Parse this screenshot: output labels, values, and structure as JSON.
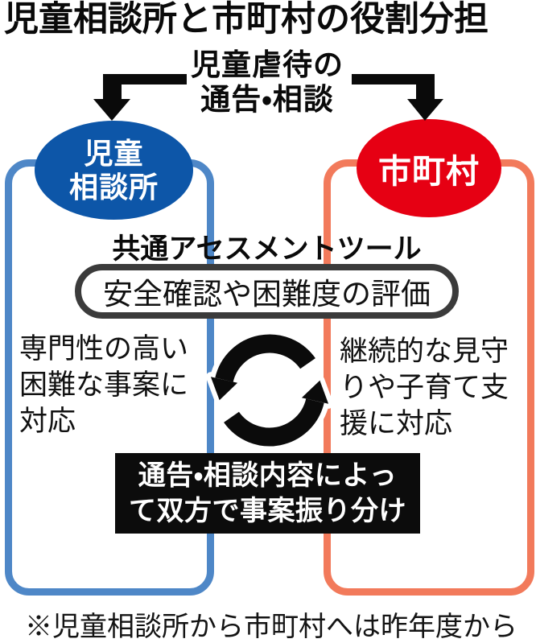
{
  "title": "児童相談所と市町村の役割分担",
  "flow_top": {
    "lines": [
      "児童虐待の",
      "通告・相談"
    ]
  },
  "entities": {
    "left": {
      "lines": [
        "児童",
        "相談所"
      ],
      "color": "#0d56a8",
      "frame_color": "#4e87c7"
    },
    "right": {
      "label": "市町村",
      "color": "#e60013",
      "frame_color": "#f27a5b"
    }
  },
  "assessment": {
    "heading": "共通アセスメントツール",
    "box": "安全確認や困難度の評価"
  },
  "roles": {
    "left": {
      "lines": [
        "専門性の高い",
        "困難な事案に",
        "対応"
      ]
    },
    "right": {
      "lines": [
        "継続的な見守",
        "りや子育て支",
        "援に対応"
      ]
    }
  },
  "allocation": {
    "lines": [
      "通告・相談内容によっ",
      "て双方で事案振り分け"
    ]
  },
  "footnote": "※児童相談所から市町村へは昨年度から",
  "icons": {
    "left_arrow": "down-left-elbow-arrow-icon",
    "right_arrow": "down-right-elbow-arrow-icon",
    "cycle": "cycle-arrows-icon"
  },
  "colors": {
    "arrow_black": "#0a0a0a",
    "allocation_bg": "#0c0c0c",
    "pill_border": "#3b3b3b"
  }
}
